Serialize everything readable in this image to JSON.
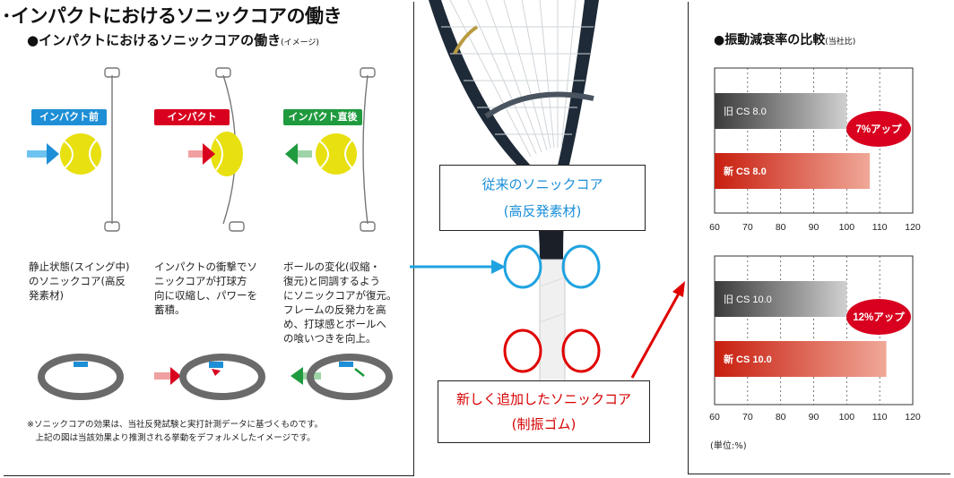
{
  "left": {
    "title": "･インパクトにおけるソニックコアの働き",
    "subtitle": "●インパクトにおけるソニックコアの働き",
    "subtitle_note": "(イメージ)",
    "stages": [
      {
        "label": "インパクト前",
        "color": "#1e8fd6",
        "description": "静止状態(スイング中)\nのソニックコア(高反\n発素材)"
      },
      {
        "label": "インパクト",
        "color": "#d8001e",
        "description": "インパクトの衝撃でソ\nニックコアが打球方\n向に収縮し、パワーを\n蓄積。"
      },
      {
        "label": "インパクト直後",
        "color": "#1f9a3e",
        "description": "ボールの変化(収縮・\n復元)と同調するよう\nにソニックコアが復元。\nフレームの反発力を高\nめ、打球感とボールへ\nの喰いつきを向上。"
      }
    ],
    "note": "※ソニックコアの効果は、当社反発試験と実打計測データに基づくものです。\n　上記の図は当該効果より推測される挙動をデフォルメしたイメージです。"
  },
  "middle": {
    "old_core": "従来のソニックコア\n(高反発素材)",
    "new_core": "新しく追加したソニックコア\n(制振ゴム)"
  },
  "chart_data": [
    {
      "type": "bar",
      "title": "●振動減衰率の比較",
      "title_note": "(当社比)",
      "orientation": "horizontal",
      "categories": [
        "旧 CS 8.0",
        "新 CS 8.0"
      ],
      "values": [
        100,
        107
      ],
      "xlim": [
        60,
        120
      ],
      "ticks": [
        "60",
        "70",
        "80",
        "90",
        "100",
        "110",
        "120"
      ],
      "badge": "7%アップ",
      "grid": true
    },
    {
      "type": "bar",
      "orientation": "horizontal",
      "categories": [
        "旧 CS 10.0",
        "新 CS 10.0"
      ],
      "values": [
        100,
        112
      ],
      "xlim": [
        60,
        120
      ],
      "ticks": [
        "60",
        "70",
        "80",
        "90",
        "100",
        "110",
        "120"
      ],
      "badge": "12%アップ",
      "unit": "(単位:%)",
      "grid": true
    }
  ],
  "colors": {
    "old_bar": "#8a8a8a",
    "new_bar": "#c81e0e",
    "badge": "#d8001e",
    "blue_accent": "#1fa3e0",
    "red_accent": "#e00000"
  }
}
